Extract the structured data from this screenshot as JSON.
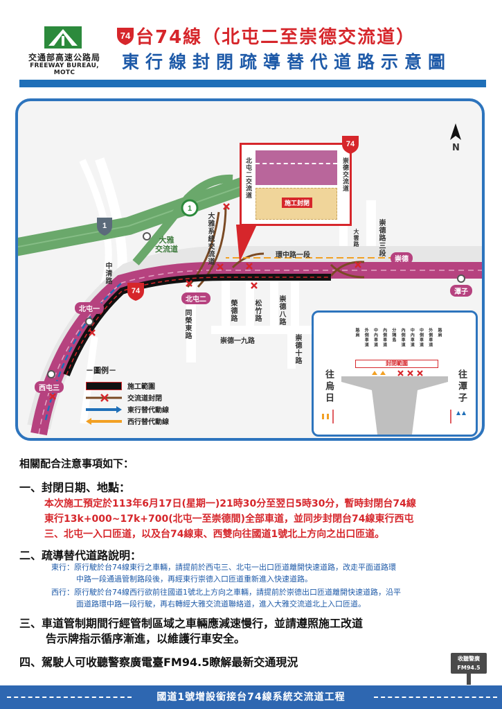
{
  "header": {
    "org_name": "交通部高速公路局",
    "org_en": "FREEWAY BUREAU, MOTC",
    "route_shield": "74",
    "title": "台74線（北屯二至崇德交流道）",
    "subtitle": "東行線封閉疏導替代道路示意圖"
  },
  "map": {
    "north": "N",
    "route_shield": "74",
    "freeway_shield": "1",
    "provincial_shield": "1",
    "callout_label_left": "北屯二交流道",
    "callout_label_right": "崇德交流道",
    "callout_closure": "施工封閉",
    "interchange_dayas": "大雅\n交流道",
    "link_road": "大雅系統交流道",
    "roads": {
      "zhongqing": "中清路",
      "huanzhong": "環中路一段",
      "dajing": "大雲路",
      "chongde3": "崇德路三段",
      "tongrong_east": "同榮東路",
      "ronggu": "榮德路",
      "songzhu": "松竹路",
      "chongde8": "崇德八路",
      "chongde19": "崇德一九路",
      "chongde10": "崇德十路"
    },
    "interchanges": {
      "beitun1": "北屯一",
      "beitun2": "北屯二",
      "xitun3": "西屯三",
      "chongde": "崇德",
      "tanzi": "潭子"
    },
    "legend": {
      "title": "－圖例－",
      "items": [
        {
          "label": "施工範圍"
        },
        {
          "label": "交流道封閉"
        },
        {
          "label": "東行替代動線"
        },
        {
          "label": "西行替代動線"
        }
      ]
    },
    "inset": {
      "lane_labels": [
        "路肩",
        "外側車道",
        "中內車道",
        "內側車道",
        "分隔島",
        "內側車道",
        "中內車道",
        "中側車道",
        "外側車道",
        "路肩"
      ],
      "closure_label": "封閉範圍",
      "to_wuri": "往烏日",
      "to_tanzi": "往潭子"
    }
  },
  "notes": {
    "heading": "相關配合注意事項如下：",
    "s1_title": "一、封閉日期、地點：",
    "s1_line1": "本次施工預定於113年6月17日(星期一)21時30分至翌日5時30分，暫時封閉台74線",
    "s1_line2": "東行13k+000~17k+700(北屯一至崇德間)全部車道，並同步封閉台74線東行西屯",
    "s1_line3": "三、北屯一入口匝道，以及台74線東、西雙向往國道1號北上方向之出口匝道。",
    "s2_title": "二、疏導替代道路說明：",
    "s2_east_1": "東行：原行駛於台74線東行之車輛，請提前於西屯三、北屯一出口匝道離開快速道路，改走平面道路環",
    "s2_east_2": "中路一段通過管制路段後，再經東行崇德入口匝道重新進入快速道路。",
    "s2_west_1": "西行：原行駛於台74線西行欲前往國道1號北上方向之車輛，請提前於崇德出口匝道離開快速道路，沿平",
    "s2_west_2": "面道路環中路一段行駛，再右轉經大雅交流道聯絡道，進入大雅交流道北上入口匝道。",
    "s3_line1": "三、車道管制期間行經管制區域之車輛應減速慢行，並請遵照施工改道",
    "s3_line2": "告示牌指示循序漸進，以維護行車安全。",
    "s4": "四、駕駛人可收聽警察廣電臺FM94.5瞭解最新交通現況",
    "radio_label": "收聽警廣",
    "radio_freq": "FM94.5"
  },
  "footer": {
    "title": "國道1號增設銜接台74線系統交流道工程"
  },
  "colors": {
    "title_red": "#d6262b",
    "title_blue": "#1e5aa8",
    "route_magenta": "#c0508f",
    "closure_black": "#111111",
    "east_detour": "#1f6fb8",
    "west_detour": "#f2a023",
    "freeway_green": "#6aa86b"
  }
}
